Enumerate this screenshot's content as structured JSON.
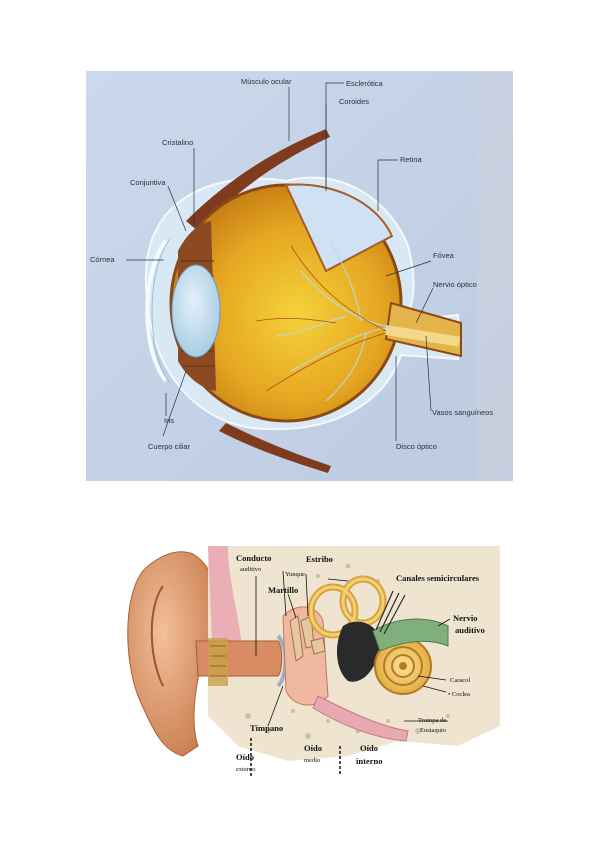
{
  "eye": {
    "labels": {
      "musculo_ocular": "Músculo ocular",
      "esclerotica": "Esclerótica",
      "coroides": "Coroides",
      "cristalino": "Cristalino",
      "retina": "Retina",
      "conjuntiva": "Conjuntiva",
      "cornea": "Córnea",
      "fovea": "Fóvea",
      "nervio_optico": "Nervio óptico",
      "iris": "Iris",
      "vasos_sanguineos": "Vasos sanguíneos",
      "cuerpo_ciliar": "Cuerpo ciliar",
      "disco_optico": "Disco óptico"
    }
  },
  "ear": {
    "labels": {
      "conducto_line1": "Conducto",
      "conducto_line2": "auditivo",
      "estribo": "Estribo",
      "yunque": "Yunque",
      "canales": "Canales semicirculares",
      "martillo": "Martillo",
      "nervio_line1": "Nervio",
      "nervio_line2": "auditivo",
      "caracol": "Caracol",
      "coclea": "• Coclea",
      "trompa_line1": "Trompa de",
      "trompa_line2": "Eustaquio",
      "timpano": "Tímpano",
      "oido_externo_line1": "Oído",
      "oido_externo_line2": "externo",
      "oido_medio_line1": "Oído",
      "oido_medio_line2": "medio",
      "oido_interno_line1": "Oído",
      "oido_interno_line2": "interno"
    }
  },
  "colors": {
    "photo_bg": "#c7d6ea",
    "sclera_blue": "#d3e3f2",
    "eyeball_orange": "#e1a21d",
    "muscle_brown": "#7e3b1e",
    "lens_blue": "#bcd8ea",
    "skin": "#e7a67a",
    "shell": "#f1e7d4",
    "cochlea": "#f3c860",
    "nerve_green": "#7fb07c",
    "dark_inner": "#2a2a2a"
  }
}
